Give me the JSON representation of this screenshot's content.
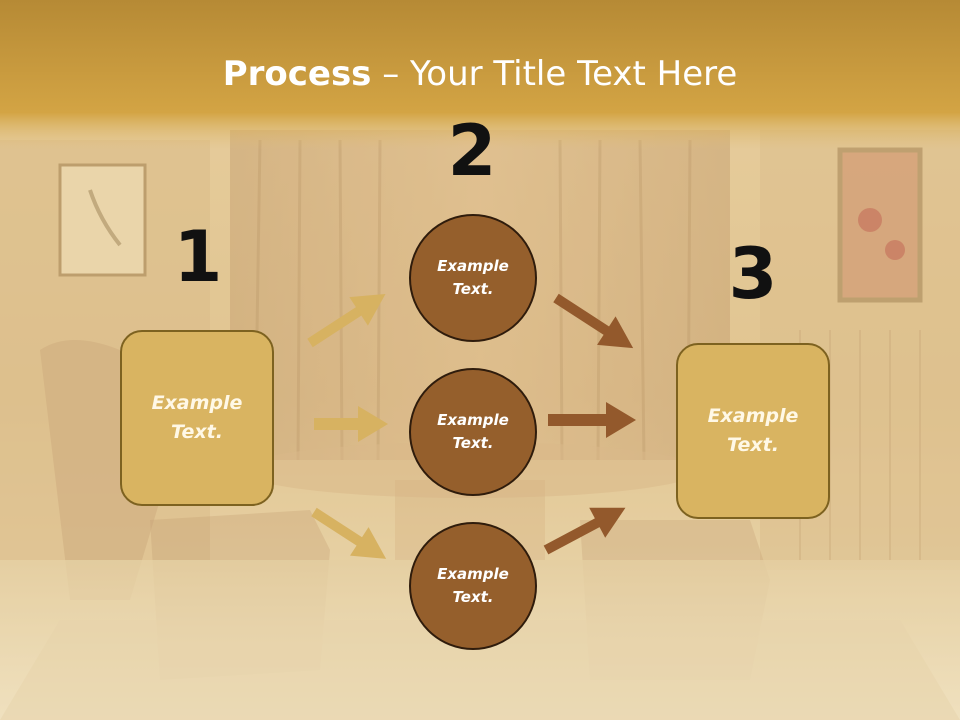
{
  "slide": {
    "title_bold": "Process",
    "title_rest": " – Your Title Text Here"
  },
  "steps": [
    {
      "number": "1",
      "text_line1": "Example",
      "text_line2": "Text."
    },
    {
      "number": "2"
    },
    {
      "number": "3",
      "text_line1": "Example",
      "text_line2": "Text."
    }
  ],
  "circles": [
    {
      "text_line1": "Example",
      "text_line2": "Text."
    },
    {
      "text_line1": "Example",
      "text_line2": "Text."
    },
    {
      "text_line1": "Example",
      "text_line2": "Text."
    }
  ],
  "colors": {
    "header_band": "#c89a3c",
    "box_fill": "#d9b461",
    "circle_fill": "#955f2c",
    "arrow_light": "#d7b261",
    "arrow_dark": "#93592c",
    "number_color": "#111111"
  }
}
